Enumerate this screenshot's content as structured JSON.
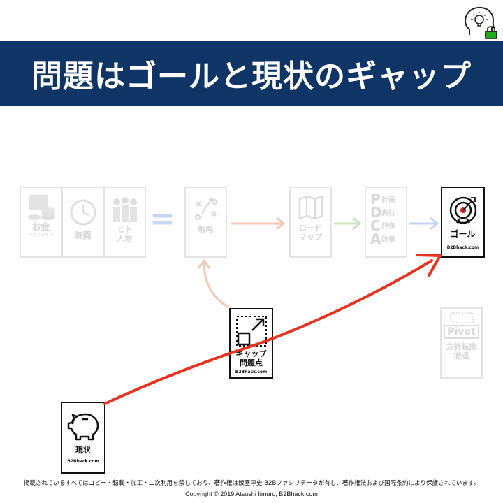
{
  "header": {
    "title": "問題はゴールと現状のギャップ"
  },
  "colors": {
    "banner": "#0e3566",
    "gap_arrow": "#e8321e",
    "faded_text": "#d8d8d8",
    "faded_orange": "#f7c7b5",
    "faded_green": "#c9e2c1",
    "faded_blue": "#c3d4f2"
  },
  "cards": {
    "money": {
      "label": "お金",
      "sub": "で買えるもの"
    },
    "time": {
      "label": "時間"
    },
    "people": {
      "label": "ヒト\n人財"
    },
    "equals": "=",
    "strategy": {
      "label": "戦略"
    },
    "roadmap": {
      "label": "ロード\nマップ"
    },
    "pdca": {
      "p": "P",
      "d": "D",
      "c": "C",
      "a": "A",
      "p_label": "計画",
      "d_label": "実行",
      "c_label": "評価",
      "a_label": "改善"
    },
    "goal": {
      "label": "ゴール",
      "brand": "B2Bhack.com"
    },
    "gap": {
      "label": "ギャップ\n問題点",
      "brand": "B2Bhack.com"
    },
    "pivot": {
      "word": "Pivot",
      "label": "方針転換\n撤退"
    },
    "current": {
      "label": "現状",
      "brand": "B2Bhack.com"
    }
  },
  "footer": {
    "note": "掲載されているすべてはコピー・転載・加工・二次利用を禁じており、著作権は飯室淳史 B2Bファシリテータが有し、著作権法および国際条約により保護されています。",
    "copyright": "Copyright © 2019 Atsushi Iimuro, B2Bhack.com"
  }
}
